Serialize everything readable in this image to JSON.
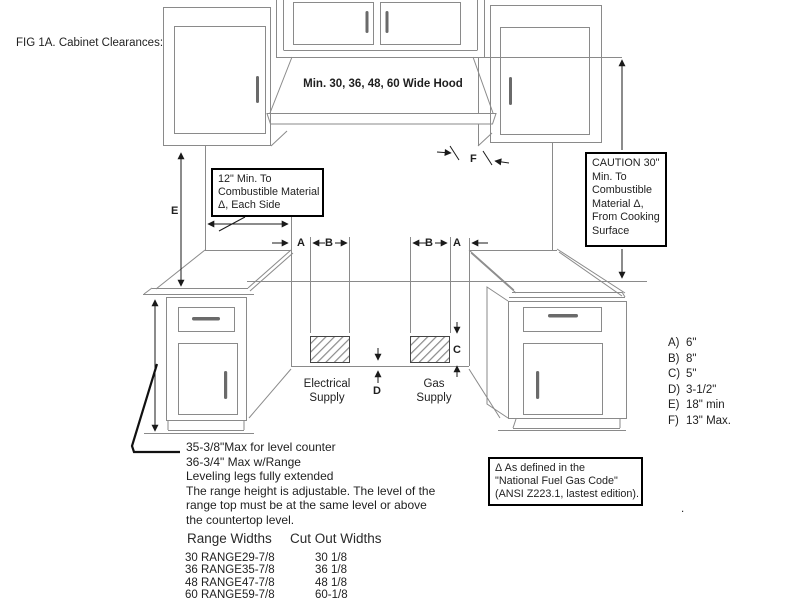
{
  "title": "FIG 1A. Cabinet Clearances:",
  "hood": {
    "label": "Min. 30, 36, 48, 60 Wide Hood"
  },
  "callouts": {
    "side_clearance": {
      "line1": "12\" Min. To",
      "line2": "Combustible Material",
      "line3": "Δ, Each Side"
    },
    "caution": {
      "line1": "CAUTION 30\"",
      "line2": "Min. To",
      "line3": "Combustible",
      "line4": "Material   Δ,",
      "line5": "From Cooking",
      "line6": "Surface"
    },
    "fuel_code": {
      "line1": "Δ As defined in the",
      "line2": "\"National Fuel Gas Code\"",
      "line3": "(ANSI Z223.1, lastest edition)."
    }
  },
  "supplies": {
    "electrical_line1": "Electrical",
    "electrical_line2": "Supply",
    "gas_line1": "Gas",
    "gas_line2": "Supply"
  },
  "dim_labels": {
    "a1": "A",
    "b1": "B",
    "b2": "B",
    "a2": "A",
    "c": "C",
    "d": "D",
    "e": "E",
    "f": "F"
  },
  "legend": {
    "items": [
      {
        "key": "A)",
        "value": "6\""
      },
      {
        "key": "B)",
        "value": "8\""
      },
      {
        "key": "C)",
        "value": "5\""
      },
      {
        "key": "D)",
        "value": "3-1/2\""
      },
      {
        "key": "E)",
        "value": "18\" min"
      },
      {
        "key": "F)",
        "value": "13\" Max."
      }
    ]
  },
  "notes": {
    "lines": [
      "35-3/8\"Max for level counter",
      "36-3/4\" Max w/Range",
      "Leveling legs fully extended",
      "The range height is adjustable. The level of the",
      "range top must be at the same level or above",
      "the countertop level."
    ]
  },
  "table": {
    "headers": [
      "Range Widths",
      "Cut Out Widths"
    ],
    "rows": [
      {
        "range": "30 RANGE",
        "width": "29-7/8",
        "cutout": "30 1/8"
      },
      {
        "range": "36 RANGE",
        "width": "35-7/8",
        "cutout": "36 1/8"
      },
      {
        "range": "48 RANGE",
        "width": "47-7/8",
        "cutout": "48 1/8"
      },
      {
        "range": "60 RANGE",
        "width": "59-7/8",
        "cutout": "60-1/8"
      }
    ]
  },
  "stray_period": ".",
  "colors": {
    "line": "#8a8a8a",
    "dimension": "#1a1a1a",
    "text": "#1f1f1f",
    "background": "#ffffff"
  }
}
